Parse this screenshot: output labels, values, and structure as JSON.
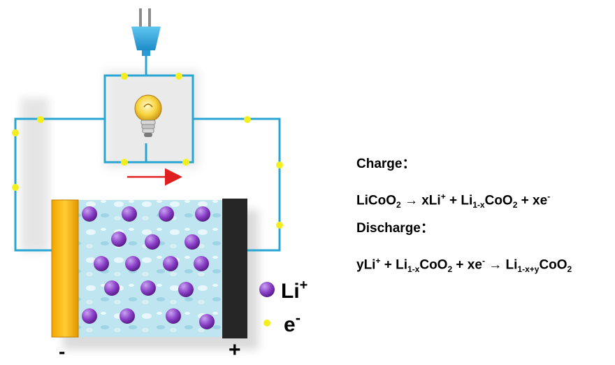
{
  "diagram": {
    "terminals": {
      "negative": "-",
      "positive": "+"
    },
    "legend": {
      "ion_label": "Li",
      "ion_charge": "+",
      "electron_label": "e",
      "electron_charge": "-"
    },
    "colors": {
      "wire": "#29a6d3",
      "electron_dot": "#f5ee1e",
      "ion": "#8a3fc8",
      "anode": "#f5b400",
      "cathode": "#262626",
      "electrolyte": "#bfe6f0",
      "current_arrow": "#e02020",
      "plug": "#2fa8df"
    },
    "icons": [
      "plug-icon",
      "light-bulb-icon",
      "current-arrow-icon"
    ]
  },
  "equations": {
    "charge_heading": "Charge：",
    "charge": {
      "p1": "LiCoO",
      "s1": "2",
      "p2": " → xLi",
      "u1": "+",
      "p3": " + Li",
      "s2": "1-x",
      "p4": "CoO",
      "s3": "2",
      "p5": " + xe",
      "u2": "-"
    },
    "discharge_heading": "Discharge：",
    "discharge": {
      "p1": "yLi",
      "u1": "+",
      "p2": " + Li",
      "s1": "1-x",
      "p3": "CoO",
      "s2": "2",
      "p4": " + xe",
      "u2": "-",
      "p5": " → Li",
      "s3": "1-x+y",
      "p6": "CoO",
      "s4": "2"
    }
  }
}
